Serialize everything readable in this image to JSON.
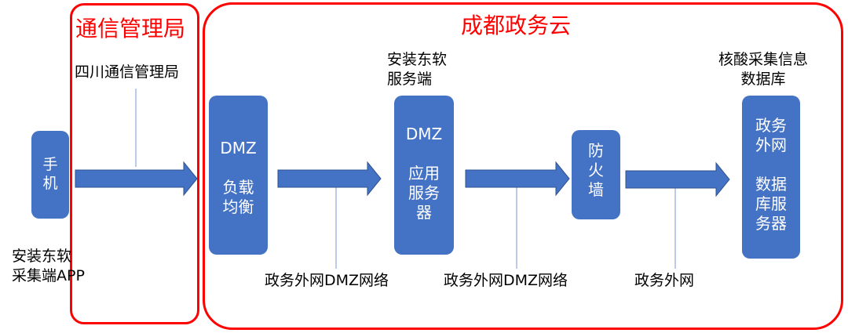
{
  "colors": {
    "region_border": "#ff0000",
    "box_fill": "#4472c4",
    "connector": "#8ea9d8"
  },
  "regions": {
    "telecom": {
      "title": "通信管理局"
    },
    "cloud": {
      "title": "成都政务云"
    }
  },
  "labels": {
    "sichuan_telecom": "四川通信管理局",
    "phone_app": "安装东软\n采集端APP",
    "neusoft_server": "安装东软\n服务端",
    "nucleic_db": "核酸采集信息\n数据库"
  },
  "boxes": {
    "phone": "手\n机",
    "dmz_lb": "DMZ\n\n负载\n均衡",
    "dmz_app": "DMZ\n\n应用\n服务\n器",
    "firewall": "防\n火\n墙",
    "gov_db": "政务\n外网\n\n数据\n库服\n务器"
  },
  "network_labels": {
    "net1": "政务外网DMZ网络",
    "net2": "政务外网DMZ网络",
    "net3": "政务外网"
  }
}
